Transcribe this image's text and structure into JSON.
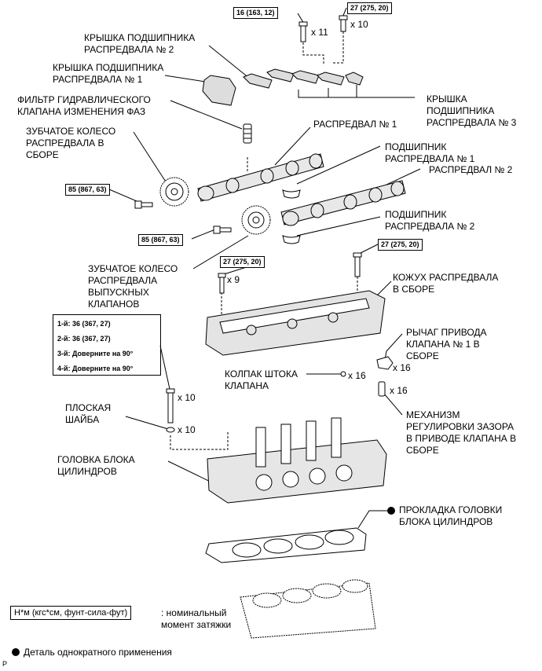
{
  "labels": {
    "bearing_cap_2": "КРЫШКА ПОДШИПНИКА\nРАСПРЕДВАЛА № 2",
    "bearing_cap_1": "КРЫШКА ПОДШИПНИКА\nРАСПРЕДВАЛА № 1",
    "vvt_filter": "ФИЛЬТР ГИДРАВЛИЧЕСКОГО\nКЛАПАНА ИЗМЕНЕНИЯ ФАЗ",
    "cam_timing_gear": "ЗУБЧАТОЕ КОЛЕСО\nРАСПРЕДВАЛА В\nСБОРЕ",
    "bearing_cap_3": "КРЫШКА\nПОДШИПНИКА\nРАСПРЕДВАЛА № 3",
    "camshaft_1": "РАСПРЕДВАЛ № 1",
    "cam_bearing_1": "ПОДШИПНИК\nРАСПРЕДВАЛА № 1",
    "camshaft_2": "РАСПРЕДВАЛ № 2",
    "cam_bearing_2": "ПОДШИПНИК\nРАСПРЕДВАЛА № 2",
    "exhaust_gear": "ЗУБЧАТОЕ КОЛЕСО\nРАСПРЕДВАЛА\nВЫПУСКНЫХ\nКЛАПАНОВ",
    "cam_housing": "КОЖУХ РАСПРЕДВАЛА\nВ СБОРЕ",
    "rocker_arm": "РЫЧАГ ПРИВОДА\nКЛАПАНА № 1 В\nСБОРЕ",
    "valve_stem_cap": "КОЛПАК ШТОКА\nКЛАПАНА",
    "lash_adjuster": "МЕХАНИЗМ\nРЕГУЛИРОВКИ ЗАЗОРА\nВ ПРИВОДЕ КЛАПАНА В\nСБОРЕ",
    "plain_washer": "ПЛОСКАЯ\nШАЙБА",
    "cylinder_head": "ГОЛОВКА БЛОКА\nЦИЛИНДРОВ",
    "head_gasket": "ПРОКЛАДКА ГОЛОВКИ\nБЛОКА ЦИЛИНДРОВ"
  },
  "torques": {
    "t_top_left": "16 (163, 12)",
    "t_top_right": "27 (275, 20)",
    "t_gear_1": "85 (867, 63)",
    "t_gear_2": "85 (867, 63)",
    "t_housing_left": "27 (275, 20)",
    "t_housing_right": "27 (275, 20)"
  },
  "quantities": {
    "q_x11": "x 11",
    "q_x10_top": "x 10",
    "q_x9": "x 9",
    "q_x16_cap": "x 16",
    "q_x16_rocker": "x 16",
    "q_x16_adj": "x 16",
    "q_x10_bolt": "x 10",
    "q_x10_washer": "x 10"
  },
  "sequence": [
    "1-й: 36 (367, 27)",
    "2-й: 36 (367, 27)",
    "3-й: Доверните на 90°",
    "4-й: Доверните на 90°"
  ],
  "legend": {
    "units": "Н*м (кгс*см, фунт-сила-фут)",
    "units_note": ": номинальный\nмомент затяжки",
    "one_time": "Деталь однократного применения",
    "corner_mark": "P"
  }
}
